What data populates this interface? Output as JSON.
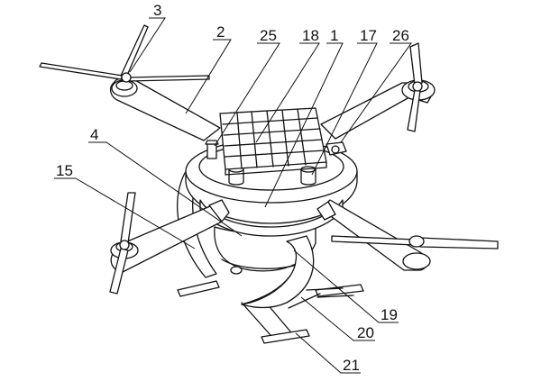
{
  "labels": [
    {
      "id": "3",
      "text": "3"
    },
    {
      "id": "2",
      "text": "2"
    },
    {
      "id": "25",
      "text": "25"
    },
    {
      "id": "18",
      "text": "18"
    },
    {
      "id": "1",
      "text": "1"
    },
    {
      "id": "17",
      "text": "17"
    },
    {
      "id": "26",
      "text": "26"
    },
    {
      "id": "4",
      "text": "4"
    },
    {
      "id": "15",
      "text": "15"
    },
    {
      "id": "19",
      "text": "19"
    },
    {
      "id": "20",
      "text": "20"
    },
    {
      "id": "21",
      "text": "21"
    }
  ],
  "colors": {
    "line": "#111111",
    "background": "#ffffff"
  }
}
